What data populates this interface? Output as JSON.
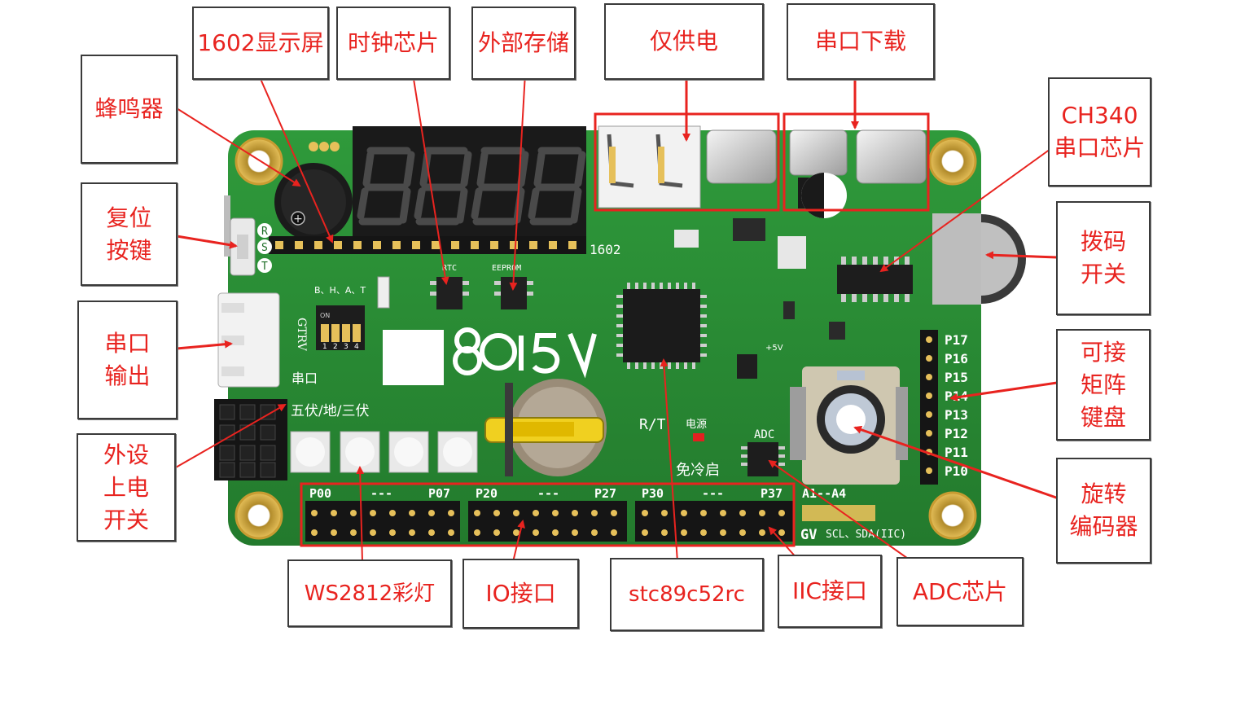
{
  "board": {
    "display_1602_label": "1602",
    "rtc_label": "RTC",
    "eeprom_label": "EEPROM",
    "dip_labels": "B、H、A、T",
    "dip_numbers": [
      "1",
      "2",
      "3",
      "4"
    ],
    "dip_on": "ON",
    "gtrv_label": "GTRV",
    "serial_label": "串口",
    "power_label": "五伏/地/三伏",
    "rt_label": "R/T",
    "power_led_label": "电源",
    "cold_start_label": "免冷启",
    "adc_label": "ADC",
    "reset_letters": [
      "R",
      "S",
      "T"
    ],
    "header_right": [
      "P17",
      "P16",
      "P15",
      "P14",
      "P13",
      "P12",
      "P11",
      "P10"
    ],
    "port_labels": [
      {
        "start": "P00",
        "dash": "---",
        "end": "P07"
      },
      {
        "start": "P20",
        "dash": "---",
        "end": "P27"
      },
      {
        "start": "P30",
        "dash": "---",
        "end": "P37"
      }
    ],
    "a_label": "A1--A4",
    "gv_label": "GV",
    "iic_label": "SCL、SDA(IIC)",
    "plus5v_label": "+5V"
  },
  "callouts": {
    "lcd1602": "1602显示屏",
    "clock_chip": "时钟芯片",
    "external_storage": "外部存储",
    "power_only": "仅供电",
    "serial_download": "串口下载",
    "buzzer": "蜂鸣器",
    "ch340": "CH340\n串口芯片",
    "reset_button": "复位\n按键",
    "dip_switch": "拨码\n开关",
    "serial_output": "串口\n输出",
    "matrix_keypad": "可接\n矩阵\n键盘",
    "peripheral_power": "外设\n上电\n开关",
    "rotary_encoder": "旋转\n编码器",
    "ws2812": "WS2812彩灯",
    "io_interface": "IO接口",
    "mcu": "stc89c52rc",
    "iic_interface": "IIC接口",
    "adc_chip": "ADC芯片"
  },
  "colors": {
    "pcb": "#2a8a35",
    "annotation": "#e8231f"
  }
}
